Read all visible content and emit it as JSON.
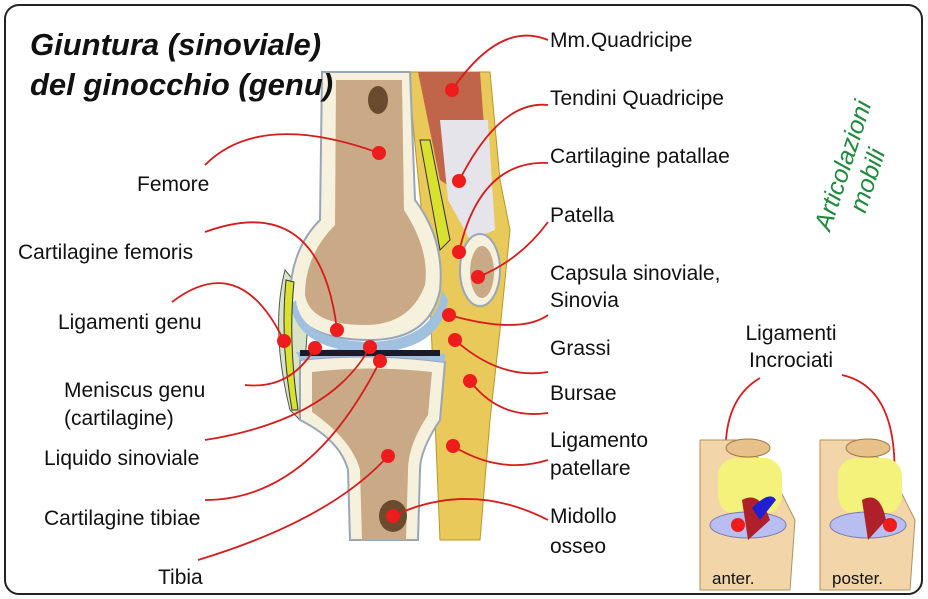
{
  "title": {
    "line1": "Giuntura (sinoviale)",
    "line2": "del ginocchio (genu)"
  },
  "side_label": {
    "line1": "Articolazioni",
    "line2": "mobili"
  },
  "left_labels": {
    "femore": "Femore",
    "cartilagine_femoris": "Cartilagine femoris",
    "ligamenti_genu": "Ligamenti genu",
    "meniscus_1": "Meniscus genu",
    "meniscus_2": "(cartilagine)",
    "liquido": "Liquido sinoviale",
    "cartilagine_tibiae": "Cartilagine tibiae",
    "tibia": "Tibia"
  },
  "right_labels": {
    "quadricipe": "Mm.Quadricipe",
    "tendini": "Tendini Quadricipe",
    "cartilagine_patallae": "Cartilagine patallae",
    "patella": "Patella",
    "capsula_1": "Capsula sinoviale,",
    "capsula_2": "Sinovia",
    "grassi": "Grassi",
    "bursae": "Bursae",
    "ligamento_1": "Ligamento",
    "ligamento_2": "patellare",
    "midollo_1": "Midollo",
    "midollo_2": "osseo"
  },
  "inset": {
    "title1": "Ligamenti",
    "title2": "Incrociati",
    "anter": "anter.",
    "poster": "poster."
  },
  "colors": {
    "leader": "#d61c1c",
    "dot": "#ee1c1c",
    "side_text": "#1e8a3c"
  }
}
